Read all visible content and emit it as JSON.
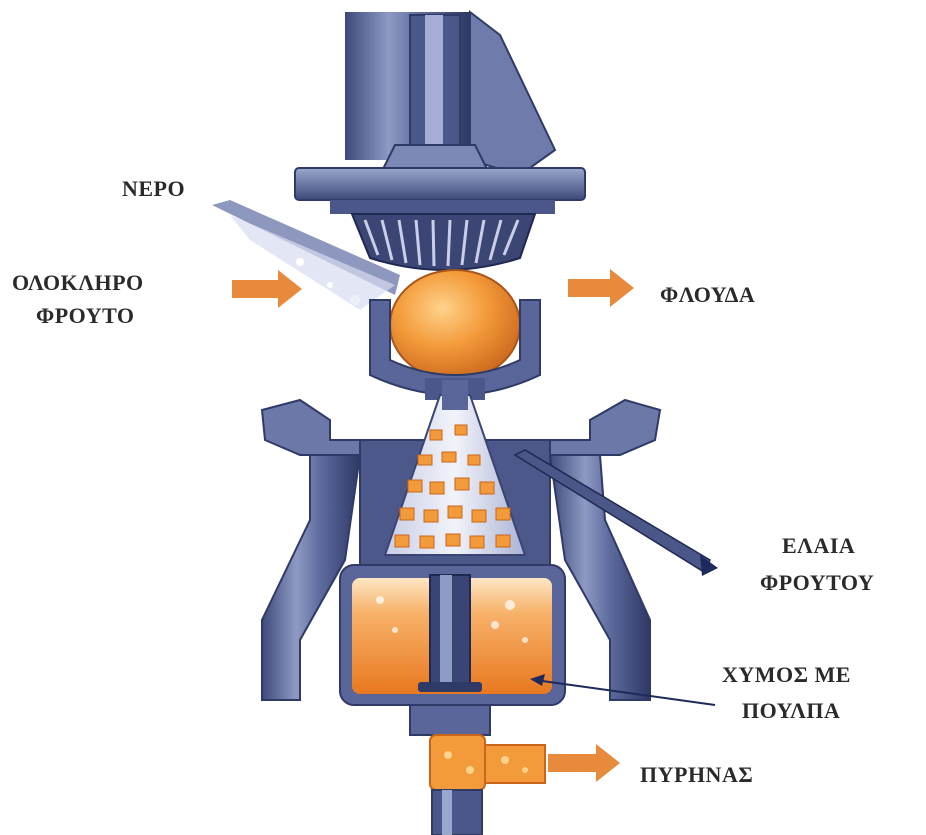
{
  "labels": {
    "water": "ΝΕΡΟ",
    "whole_fruit_line1": "ΟΛΟΚΛΗΡΟ",
    "whole_fruit_line2": "ΦΡΟΥΤΟ",
    "peel": "ΦΛΟΥΔΑ",
    "oil_line1": "ΕΛΑΙΑ",
    "oil_line2": "ΦΡΟΥΤΟΥ",
    "juice_line1": "ΧΥΜΟΣ ΜΕ",
    "juice_line2": "ΠΟΥΛΠΑ",
    "core": "ΠΥΡΗΝΑΣ"
  },
  "colors": {
    "machine_blue": "#5a6b9c",
    "machine_dark": "#2f3a66",
    "machine_light": "#9aa6cc",
    "fruit_orange": "#f0922e",
    "juice_orange": "#f39a3a",
    "arrow_orange": "#e88a3c",
    "pointer_navy": "#1e2a5a"
  },
  "icons": {
    "input_arrow": "arrow-right-icon",
    "output_arrow": "arrow-right-icon"
  }
}
